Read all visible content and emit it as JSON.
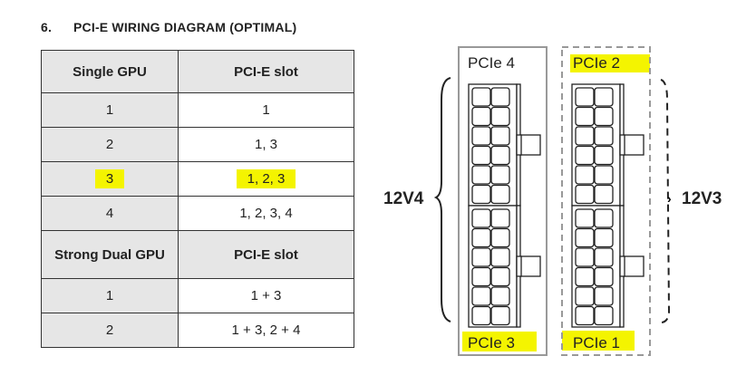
{
  "section": {
    "number": "6.",
    "title": "PCI-E WIRING DIAGRAM (OPTIMAL)"
  },
  "single_table": {
    "headers": [
      "Single GPU",
      "PCI-E slot"
    ],
    "rows": [
      {
        "gpu": "1",
        "slot": "1"
      },
      {
        "gpu": "2",
        "slot": "1, 3"
      },
      {
        "gpu": "3",
        "slot": "1, 2, 3",
        "highlighted": true
      },
      {
        "gpu": "4",
        "slot": "1, 2, 3, 4"
      }
    ]
  },
  "dual_table": {
    "headers": [
      "Strong Dual GPU",
      "PCI-E slot"
    ],
    "rows": [
      {
        "gpu": "1",
        "slot": "1 + 3"
      },
      {
        "gpu": "2",
        "slot": "1 + 3, 2 + 4"
      }
    ]
  },
  "diagram": {
    "left_group_label": "12V4",
    "right_group_label": "12V3",
    "slots": {
      "top_left": "PCIe 4",
      "top_right": "PCIe 2",
      "bottom_left": "PCIe 3",
      "bottom_right": "PCIe 1"
    },
    "highlight_color": "#f4f400"
  }
}
